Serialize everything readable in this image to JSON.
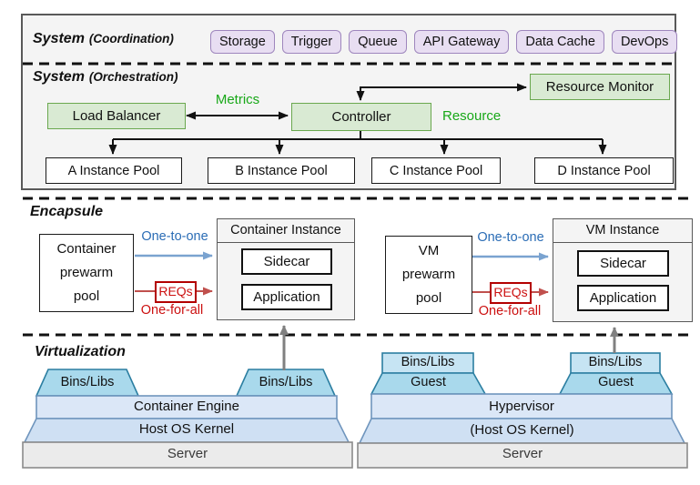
{
  "coordination": {
    "title": "System",
    "subtitle": "(Coordination)",
    "services": [
      "Storage",
      "Trigger",
      "Queue",
      "API Gateway",
      "Data Cache",
      "DevOps"
    ]
  },
  "orchestration": {
    "title": "System",
    "subtitle": "(Orchestration)",
    "load_balancer": "Load Balancer",
    "controller": "Controller",
    "resource_monitor": "Resource Monitor",
    "metrics_label": "Metrics",
    "resource_label": "Resource",
    "pools": [
      "A Instance Pool",
      "B Instance Pool",
      "C Instance Pool",
      "D Instance Pool"
    ]
  },
  "encapsule": {
    "title": "Encapsule",
    "container": {
      "pool_lines": [
        "Container",
        "prewarm",
        "pool"
      ],
      "one_to_one": "One-to-one",
      "reqs": "REQs",
      "one_for_all": "One-for-all",
      "instance_title": "Container Instance",
      "sidecar": "Sidecar",
      "application": "Application"
    },
    "vm": {
      "pool_lines": [
        "VM",
        "prewarm",
        "pool"
      ],
      "one_to_one": "One-to-one",
      "reqs": "REQs",
      "one_for_all": "One-for-all",
      "instance_title": "VM Instance",
      "sidecar": "Sidecar",
      "application": "Application"
    }
  },
  "virtualization": {
    "title": "Virtualization",
    "container_stack": {
      "bins_libs_left": "Bins/Libs",
      "bins_libs_right": "Bins/Libs",
      "engine": "Container Engine",
      "kernel": "Host OS Kernel",
      "server": "Server"
    },
    "vm_stack": {
      "bins_libs_left": "Bins/Libs",
      "guest_left": "Guest",
      "bins_libs_right": "Bins/Libs",
      "guest_right": "Guest",
      "hypervisor": "Hypervisor",
      "kernel": "(Host OS Kernel)",
      "server": "Server"
    }
  },
  "colors": {
    "purple_fill": "#e8def2",
    "purple_border": "#9e86bd",
    "green_fill": "#d9ead3",
    "green_border": "#6aa84f",
    "green_text": "#18a818",
    "blue_text": "#2a6cb5",
    "blue_arrow": "#7aa3d0",
    "red_text": "#cc1010",
    "red_arrow": "#c0504d",
    "gray_arrow": "#808080",
    "black_arrow": "#111111",
    "bins_fill": "#a9d9ec",
    "bins_border": "#2b7ea1",
    "layer_fill": "#dbe7f7",
    "kernel_fill": "#cfe0f3",
    "server_fill": "#ebebeb",
    "panel_fill": "#f4f4f4"
  }
}
